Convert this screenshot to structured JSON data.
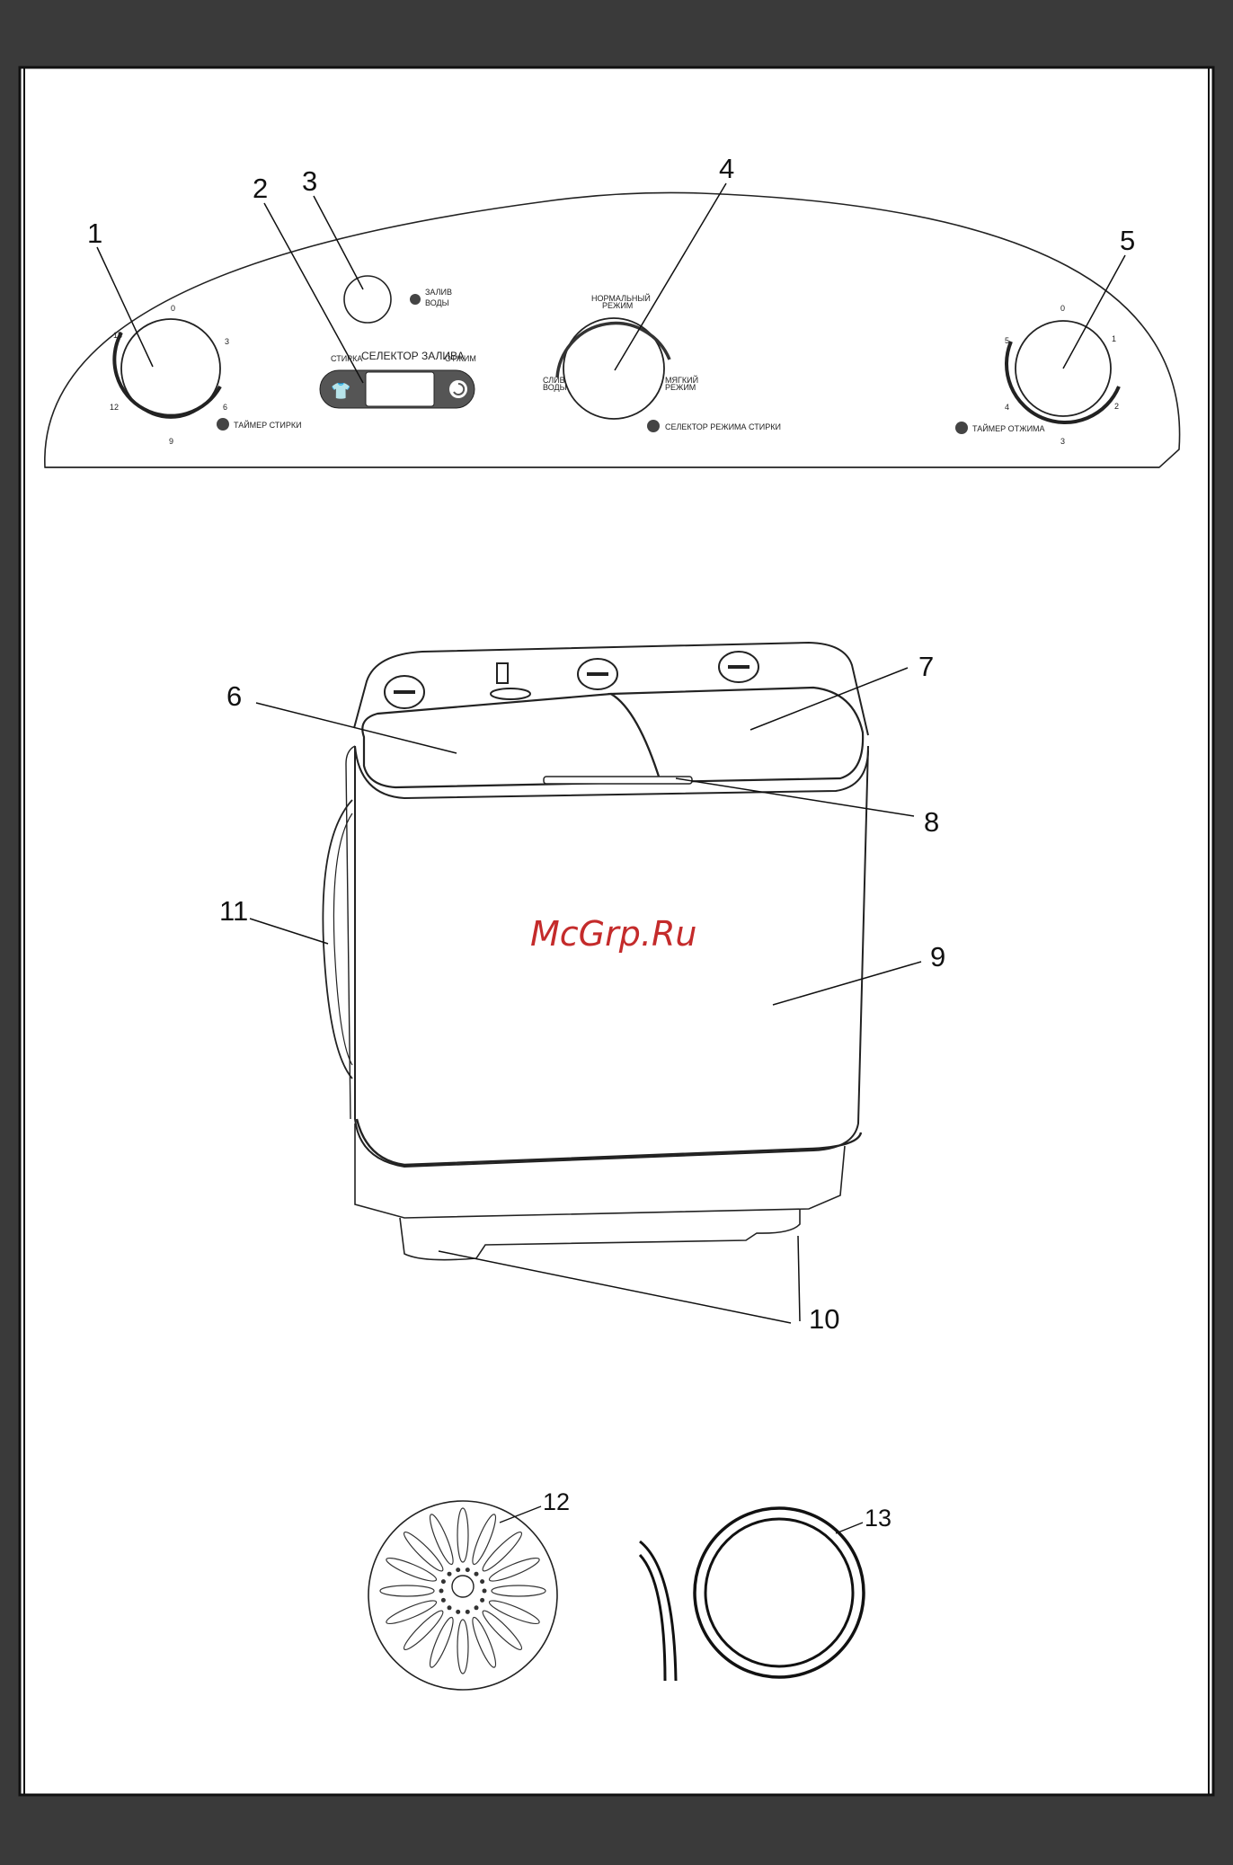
{
  "panel": {
    "timer_wash_label": "ТАЙМЕР СТИРКИ",
    "timer_spin_label": "ТАЙМЕР ОТЖИМА",
    "water_fill_label_1": "ЗАЛИВ",
    "water_fill_label_2": "ВОДЫ",
    "selector_fill_label": "СЕЛЕКТОР ЗАЛИВА",
    "selector_wash_label": "СТИРКА",
    "selector_spin_label": "ОТЖИМ",
    "mode_selector_label": "СЕЛЕКТОР РЕЖИМА СТИРКИ",
    "mode_normal_1": "НОРМАЛЬНЫЙ",
    "mode_normal_2": "РЕЖИМ",
    "mode_soft_1": "МЯГКИЙ",
    "mode_soft_2": "РЕЖИМ",
    "mode_drain_1": "СЛИВ",
    "mode_drain_2": "ВОДЫ",
    "wash_ticks": [
      "0",
      "3",
      "6",
      "9",
      "12",
      "15"
    ],
    "spin_ticks": [
      "0",
      "1",
      "2",
      "3",
      "4",
      "5"
    ]
  },
  "callouts": {
    "c1": "1",
    "c2": "2",
    "c3": "3",
    "c4": "4",
    "c5": "5",
    "c6": "6",
    "c7": "7",
    "c8": "8",
    "c9": "9",
    "c10": "10",
    "c11": "11",
    "c12": "12",
    "c13": "13"
  },
  "watermark": "McGrp.Ru"
}
